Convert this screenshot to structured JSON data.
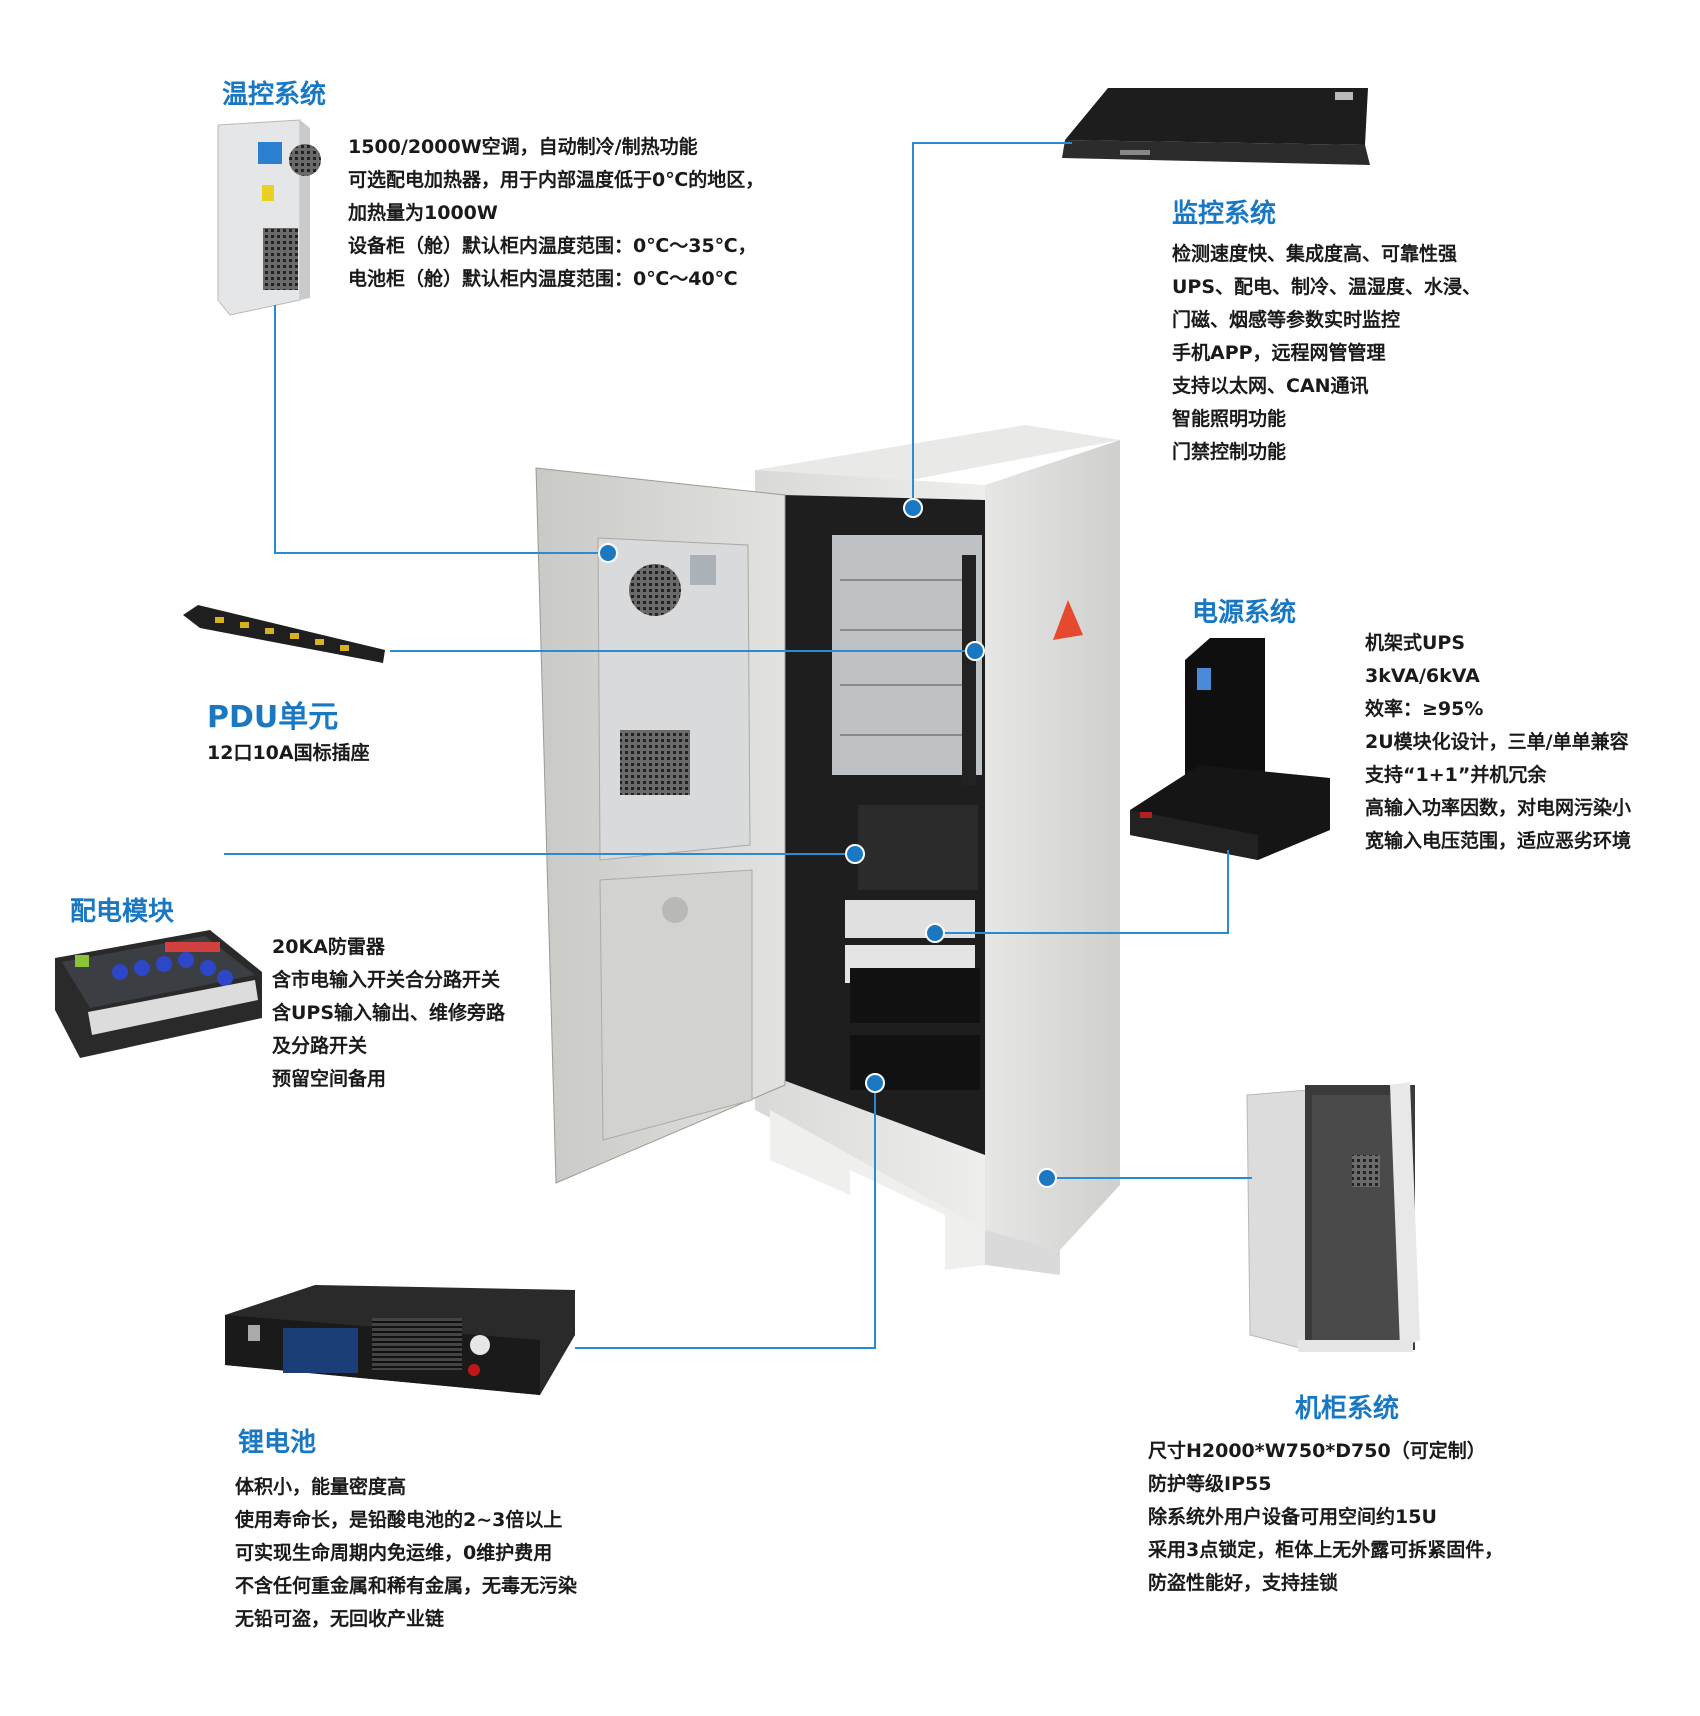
{
  "colors": {
    "accent": "#1a78c2",
    "text": "#1a1a1a",
    "connector": "#2a8ad4"
  },
  "sections": {
    "temp_control": {
      "title": "温控系统",
      "lines": [
        "1500/2000W空调，自动制冷/制热功能",
        "可选配电加热器，用于内部温度低于0℃的地区，",
        "加热量为1000W",
        "设备柜（舱）默认柜内温度范围：0℃～35℃，",
        "电池柜（舱）默认柜内温度范围：0℃～40℃"
      ]
    },
    "monitoring": {
      "title": "监控系统",
      "lines": [
        "检测速度快、集成度高、可靠性强",
        "UPS、配电、制冷、温湿度、水浸、",
        "门磁、烟感等参数实时监控",
        "手机APP，远程网管管理",
        "支持以太网、CAN通讯",
        "智能照明功能",
        "门禁控制功能"
      ]
    },
    "pdu": {
      "title": "PDU单元",
      "lines": [
        "12口10A国标插座"
      ]
    },
    "power": {
      "title": "电源系统",
      "lines": [
        "机架式UPS",
        "3kVA/6kVA",
        "效率：≥95%",
        "2U模块化设计，三单/单单兼容",
        "支持“1+1”并机冗余",
        "高输入功率因数，对电网污染小",
        "宽输入电压范围，适应恶劣环境"
      ]
    },
    "distribution": {
      "title": "配电模块",
      "lines": [
        "20KA防雷器",
        "含市电输入开关合分路开关",
        "含UPS输入输出、维修旁路",
        "及分路开关",
        "预留空间备用"
      ]
    },
    "battery": {
      "title": "锂电池",
      "lines": [
        "体积小，能量密度高",
        "使用寿命长，是铅酸电池的2~3倍以上",
        "可实现生命周期内免运维，0维护费用",
        "不含任何重金属和稀有金属，无毒无污染",
        "无铅可盗，无回收产业链"
      ]
    },
    "cabinet": {
      "title": "机柜系统",
      "lines": [
        "尺寸H2000*W750*D750（可定制）",
        "防护等级IP55",
        "除系统外用户设备可用空间约15U",
        "采用3点锁定，柜体上无外露可拆紧固件，",
        "防盗性能好，支持挂锁"
      ]
    }
  },
  "icons": [
    "air-conditioner-image",
    "monitor-unit-image",
    "pdu-strip-image",
    "ups-image",
    "distribution-module-image",
    "lithium-battery-image",
    "cabinet-image",
    "main-cabinet-image",
    "warning-sign-icon"
  ]
}
